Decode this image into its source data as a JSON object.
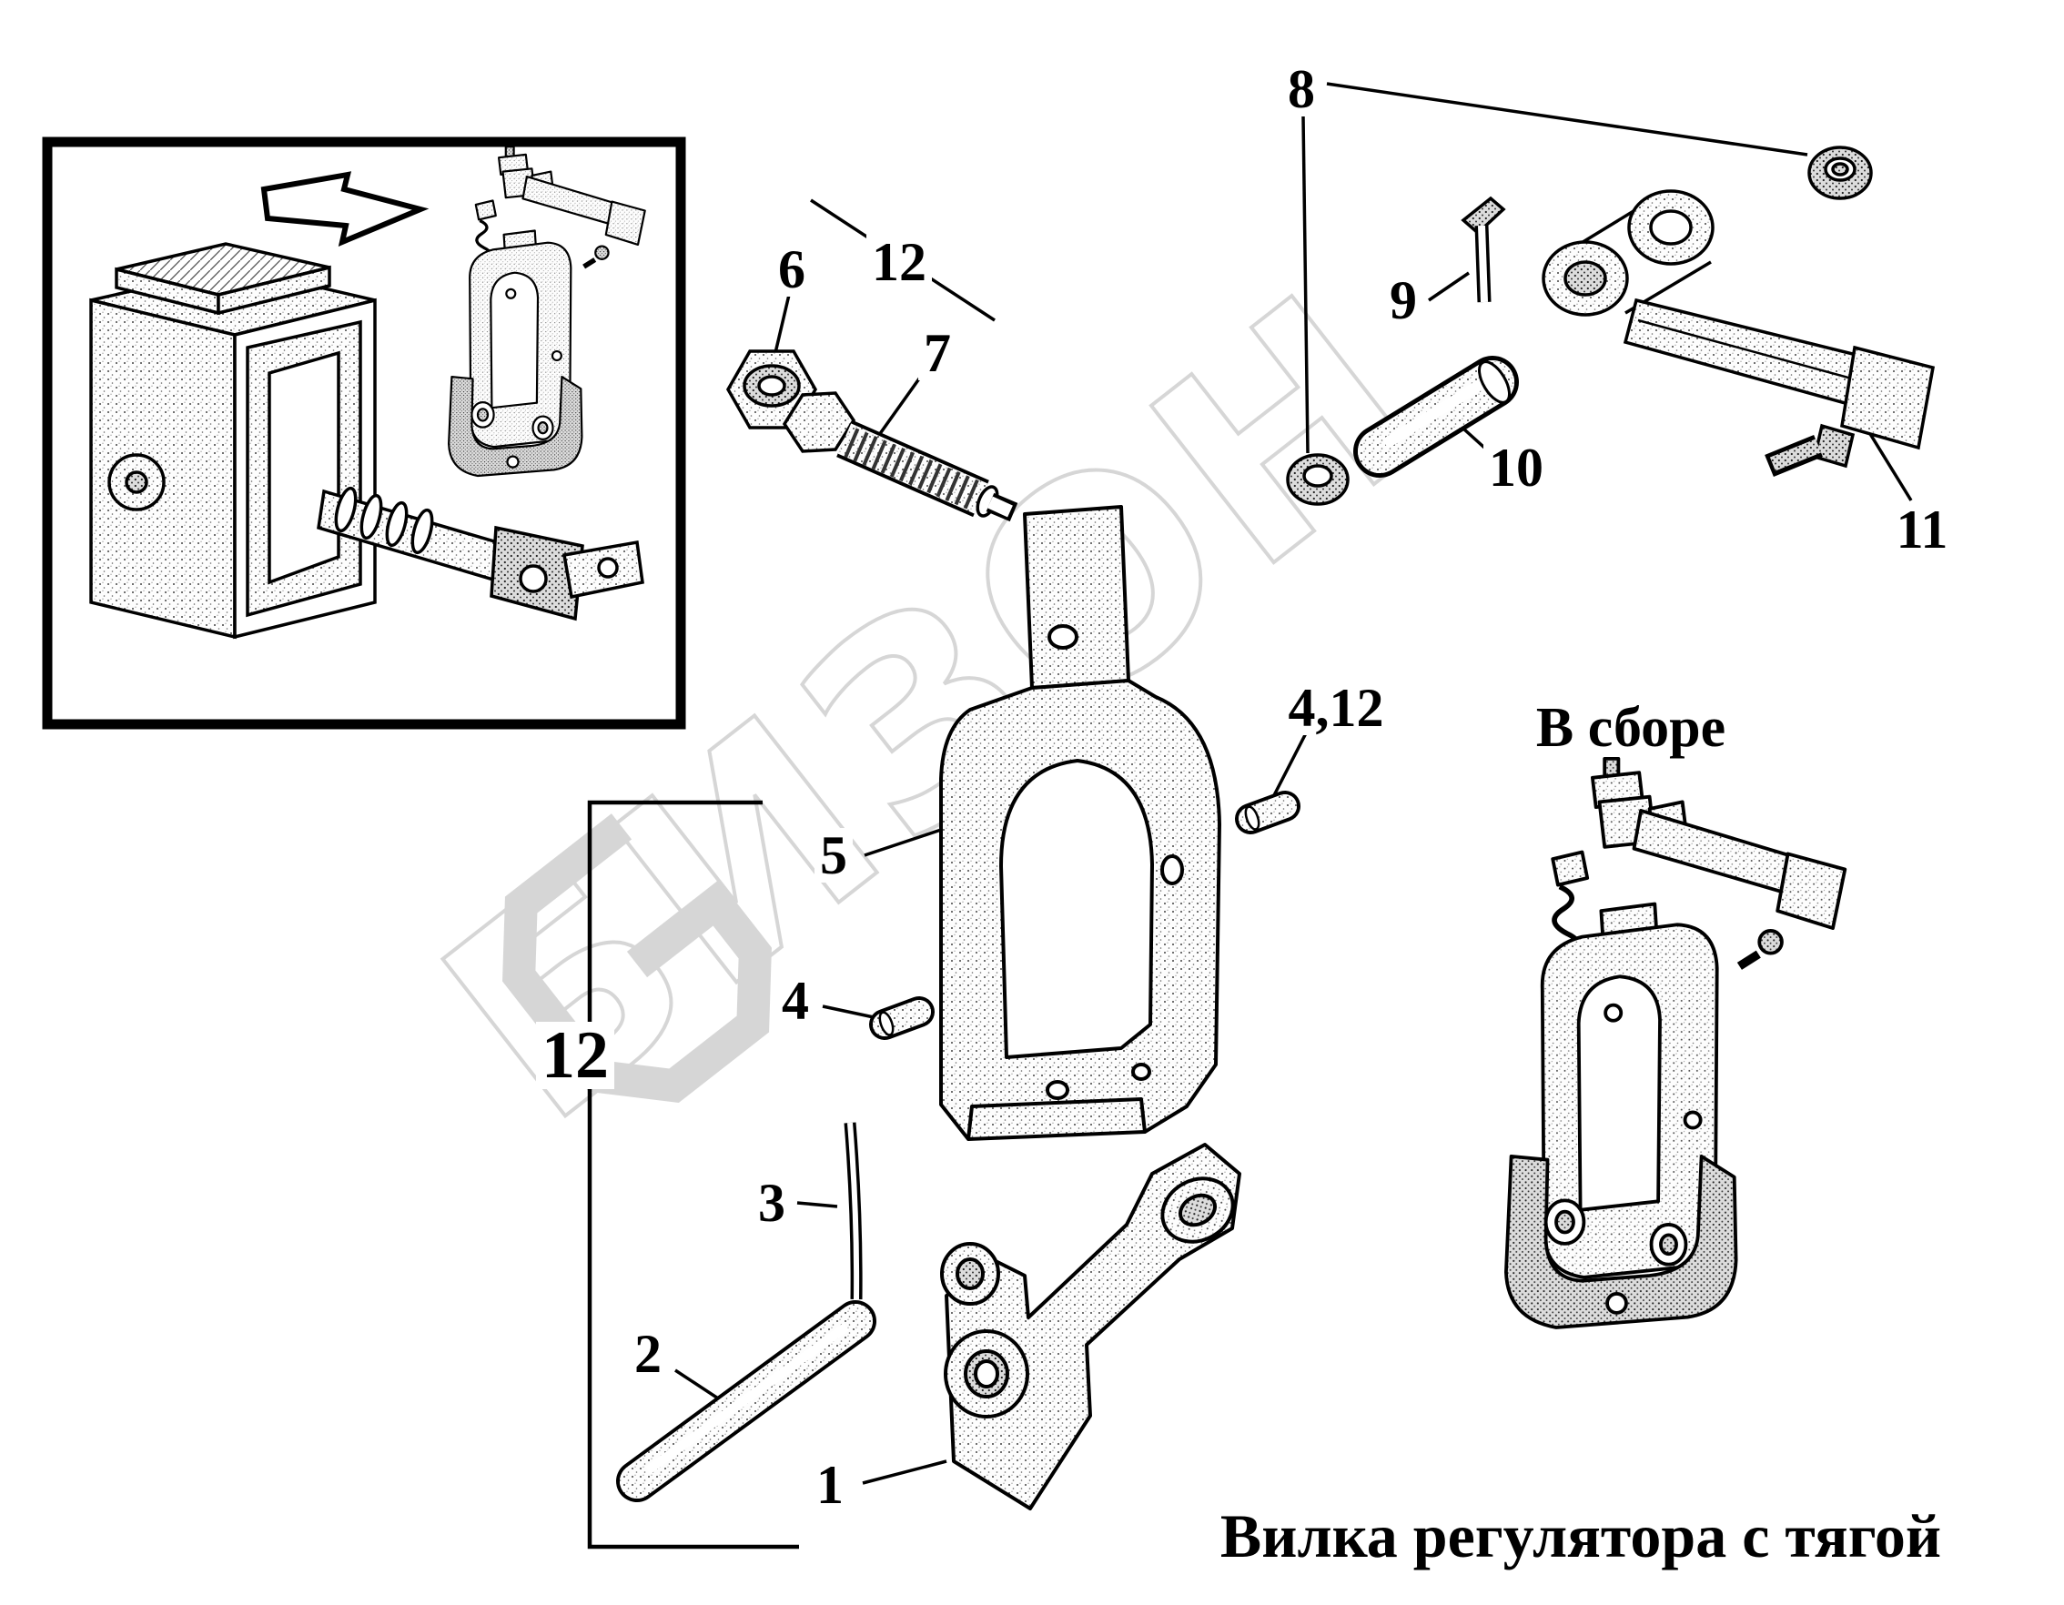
{
  "figure": {
    "title": "Вилка регулятора с тягой",
    "assembled_caption": "В сборе",
    "watermark": "БИЗОН"
  },
  "callouts": {
    "c1": "1",
    "c2": "2",
    "c3": "3",
    "c4": "4",
    "c5": "5",
    "c6": "6",
    "c7": "7",
    "c8": "8",
    "c9": "9",
    "c10": "10",
    "c11": "11",
    "c4_12": "4,12",
    "c12_top": "12",
    "c12_group": "12"
  }
}
